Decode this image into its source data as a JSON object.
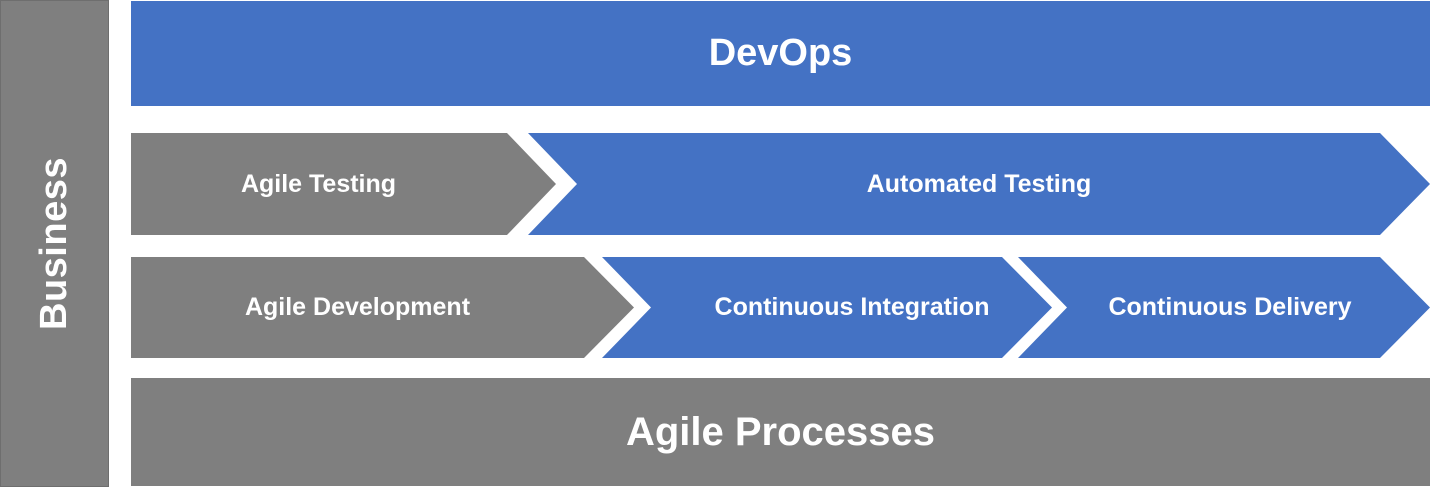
{
  "business": {
    "label": "Business"
  },
  "top": {
    "label": "DevOps"
  },
  "row1": {
    "left": "Agile Testing",
    "right": "Automated Testing"
  },
  "row2": {
    "left": "Agile Development",
    "middle": "Continuous Integration",
    "right": "Continuous Delivery"
  },
  "bottom": {
    "label": "Agile Processes"
  },
  "colors": {
    "blue": "#4472c4",
    "gray": "#7f7f7f",
    "text": "#ffffff"
  }
}
